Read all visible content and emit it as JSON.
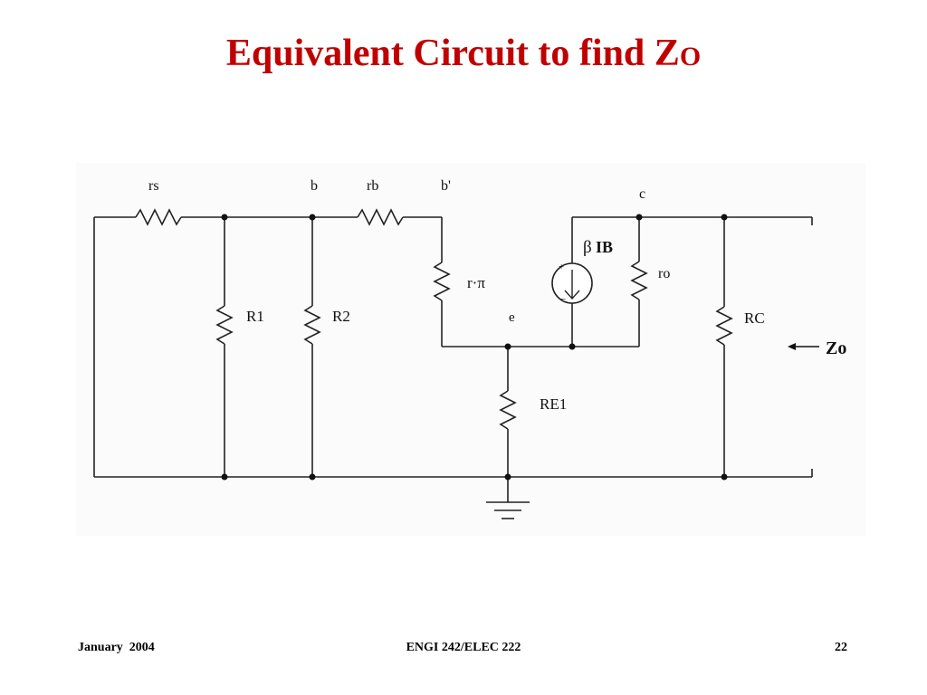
{
  "slide": {
    "title_main": "Equivalent Circuit to find Z",
    "title_sub": "O"
  },
  "circuit": {
    "nodes": {
      "b": "b",
      "b_prime": "b'",
      "c": "c",
      "e": "e"
    },
    "components": {
      "rs": "rs",
      "rb": "rb",
      "r1": "R1",
      "r2": "R2",
      "rpi": "r·π",
      "ro": "ro",
      "rc": "RC",
      "re1": "RE1",
      "source_beta": "β",
      "source_ib": "IB"
    },
    "source_polarity": {
      "plus": "+",
      "minus": "−"
    },
    "output_label": "Zo"
  },
  "footer": {
    "left": "January  2004",
    "center": "ENGI 242/ELEC 222",
    "right": "22"
  }
}
